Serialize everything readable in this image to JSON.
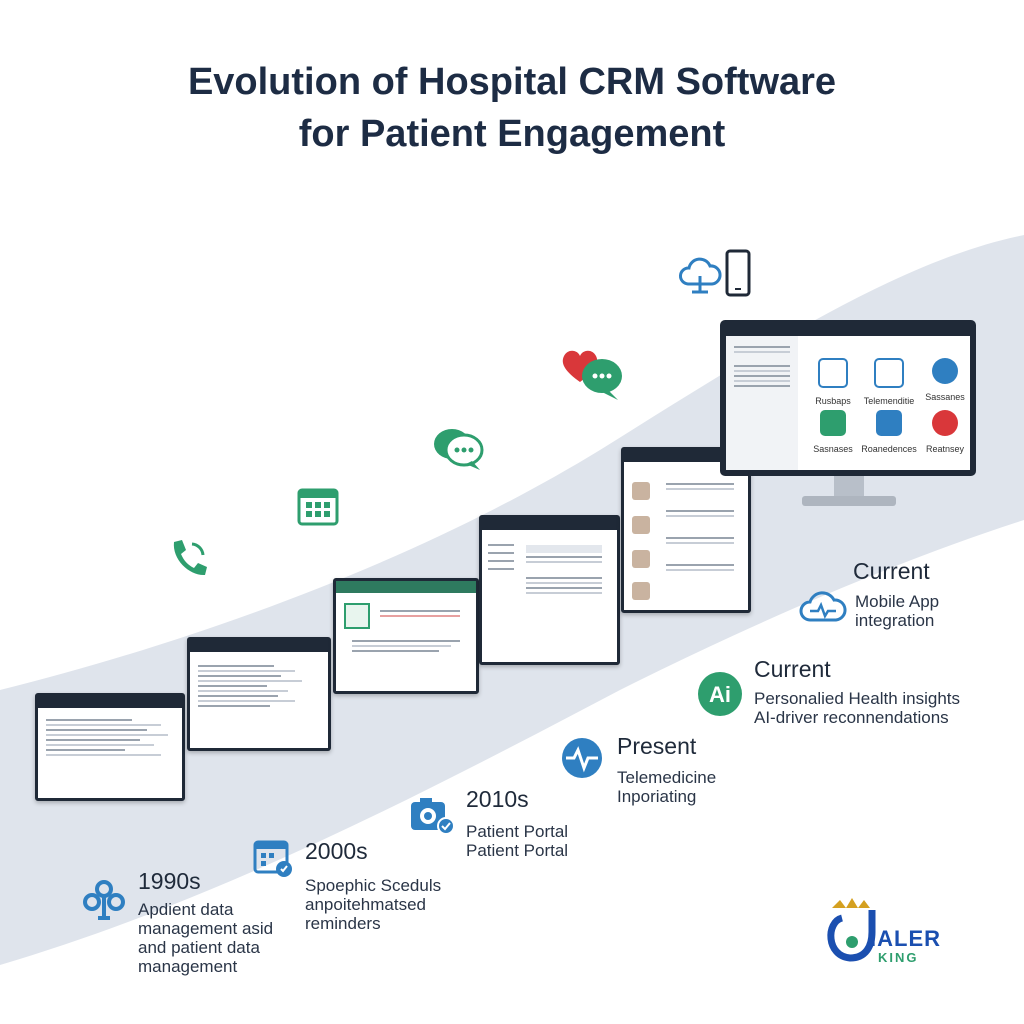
{
  "title": {
    "line1": "Evolution of Hospital CRM Software",
    "line2": "for Patient Engagement"
  },
  "eras": [
    {
      "year": "1990s",
      "lines": [
        "Apdient data",
        "management asid",
        "and patient data",
        "management"
      ],
      "icon": "patient-data-icon"
    },
    {
      "year": "2000s",
      "lines": [
        "Spoephic Sceduls",
        "anpoitehmatsed",
        "reminders"
      ],
      "icon": "calendar-reminder-icon"
    },
    {
      "year": "2010s",
      "lines": [
        "Patient Portal",
        "Patient Portal"
      ],
      "icon": "portal-camera-icon"
    },
    {
      "year": "Present",
      "lines": [
        "Telemedicine",
        "Inporiating"
      ],
      "icon": "heartbeat-icon"
    },
    {
      "year": "Current",
      "lines": [
        "Personalied Health insights",
        "AI-driver reconnendations"
      ],
      "icon": "ai-icon"
    },
    {
      "year": "Current",
      "lines": [
        "Mobile App",
        "integration"
      ],
      "icon": "cloud-heartbeat-icon"
    }
  ],
  "floating_icons": [
    "phone-icon",
    "calendar-icon",
    "chat-icon",
    "heart-chat-icon",
    "cloud-icon",
    "smartphone-icon"
  ],
  "monitor": {
    "tiles": [
      "Rusbaps",
      "Telemenditie",
      "Sassanes",
      "Sasnases",
      "Roanedences",
      "Reatnsey"
    ]
  },
  "logo": {
    "text_top": "IALER",
    "text_bottom": "KING"
  },
  "colors": {
    "title": "#1d2c44",
    "accent_blue": "#2f7fc1",
    "accent_green": "#2e9e6e",
    "band": "#dde3ec"
  }
}
